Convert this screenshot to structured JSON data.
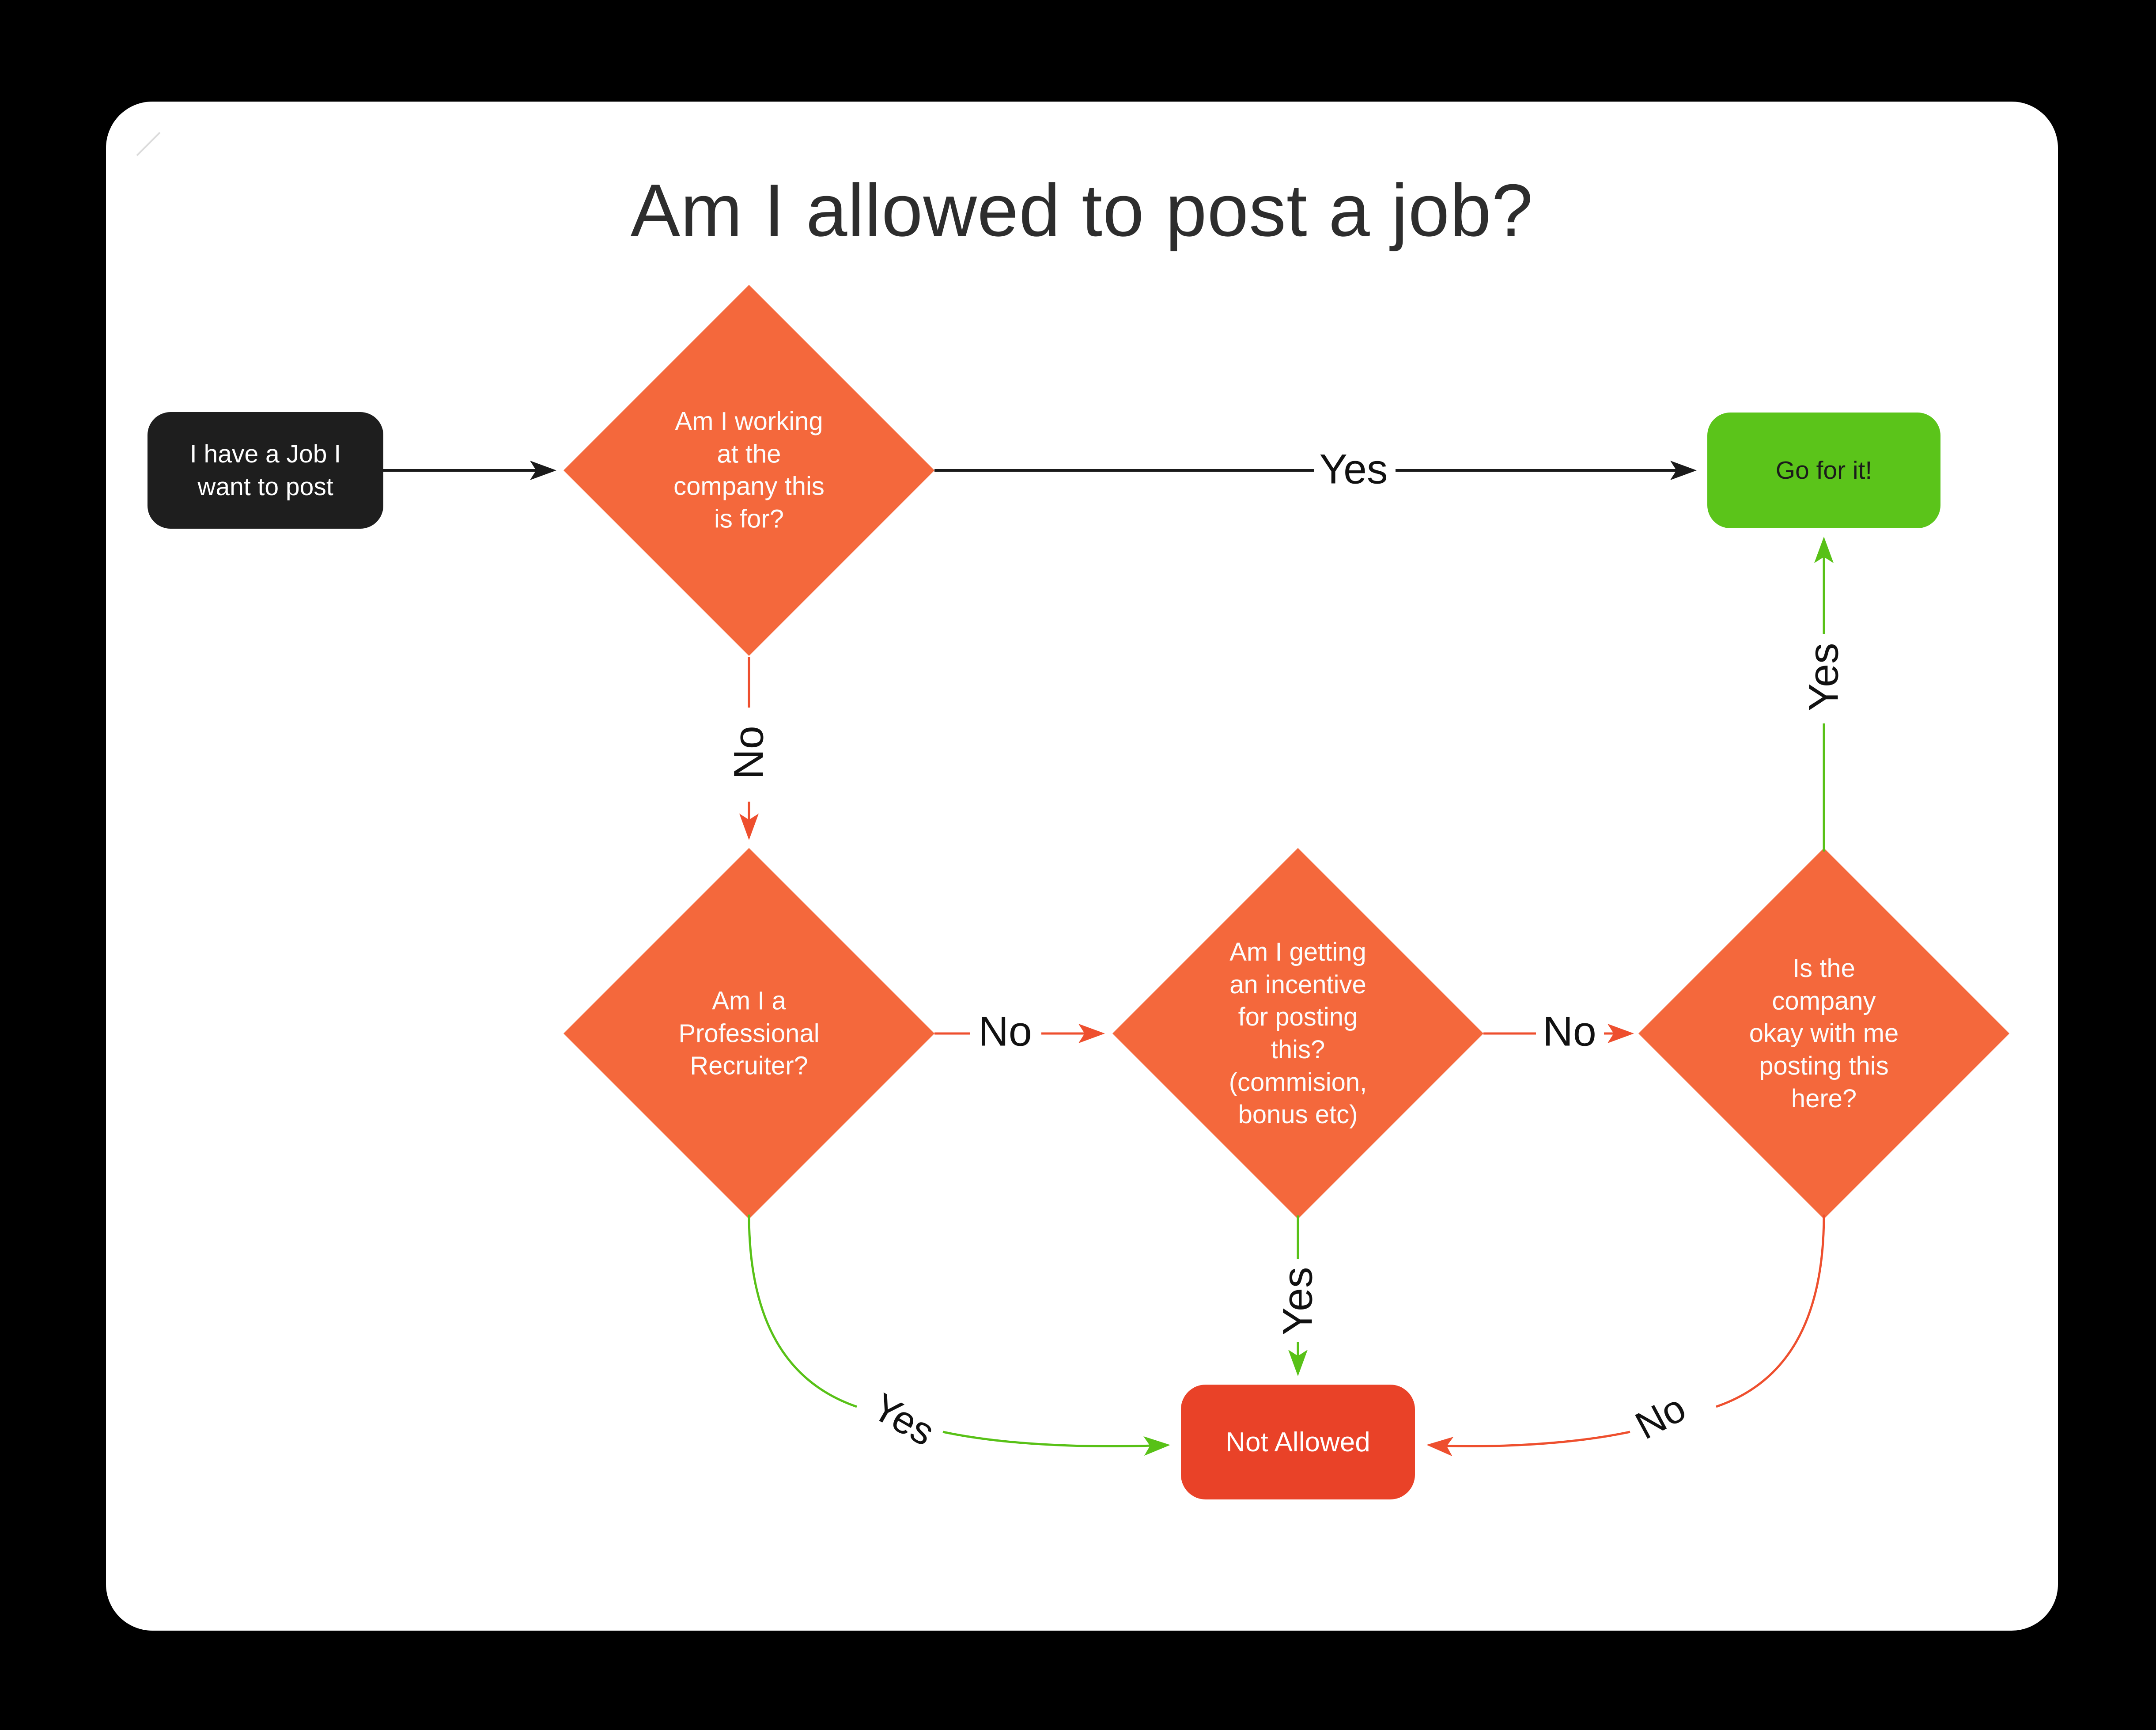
{
  "title": "Am I allowed to post a job?",
  "colors": {
    "page_background": "#000000",
    "card_background": "#ffffff",
    "diamond_fill": "#f4683c",
    "start_node_fill": "#1e1e1e",
    "go_node_fill": "#5bc41a",
    "not_allowed_fill": "#e94228",
    "black_line": "#1a1a1a",
    "red_line": "#ee4f2e",
    "green_line": "#58c117",
    "title_text": "#2d2d2d",
    "fold_mark": "#dcdcdc"
  },
  "nodes": {
    "start": {
      "label": "I have a Job I\nwant to post"
    },
    "working_at_company": {
      "label": "Am I working\nat the\ncompany this\nis for?"
    },
    "professional_recruiter": {
      "label": "Am I a\nProfessional\nRecruiter?"
    },
    "incentive": {
      "label": "Am I getting\nan incentive\nfor posting\nthis?\n(commision,\nbonus etc)"
    },
    "company_okay": {
      "label": "Is the\ncompany\nokay with me\nposting this\nhere?"
    },
    "go": {
      "label": "Go for it!"
    },
    "not_allowed": {
      "label": "Not Allowed"
    }
  },
  "edge_labels": {
    "working_yes": "Yes",
    "working_no": "No",
    "recruiter_no": "No",
    "recruiter_yes": "Yes",
    "incentive_no": "No",
    "incentive_yes": "Yes",
    "company_okay_yes": "Yes",
    "company_okay_no": "No"
  }
}
